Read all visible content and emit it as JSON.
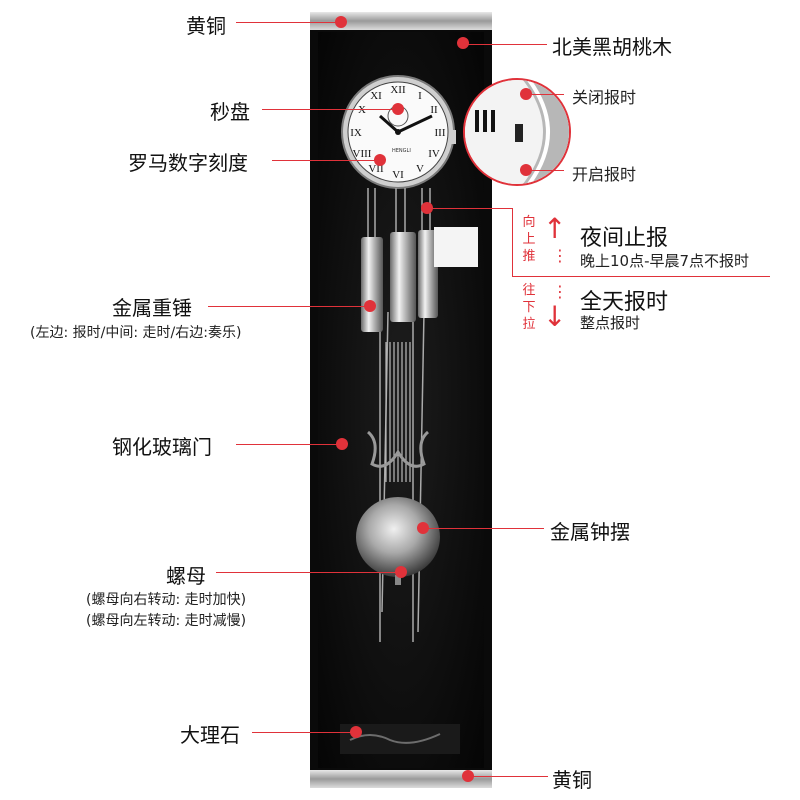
{
  "labels": {
    "brass_top": "黄铜",
    "walnut": "北美黑胡桃木",
    "second_dial": "秒盘",
    "roman_numerals": "罗马数字刻度",
    "chime_off": "关闭报时",
    "chime_on": "开启报时",
    "push_up": "向上推",
    "night_stop": "夜间止报",
    "night_stop_desc": "晚上10点-早晨7点不报时",
    "pull_down": "往下拉",
    "all_day": "全天报时",
    "all_day_desc": "整点报时",
    "metal_weights": "金属重锤",
    "metal_weights_desc": "(左边: 报时/中间: 走时/右边:奏乐)",
    "glass_door": "钢化玻璃门",
    "metal_pendulum": "金属钟摆",
    "nut": "螺母",
    "nut_desc_1": "(螺母向右转动: 走时加快)",
    "nut_desc_2": "(螺母向左转动: 走时减慢)",
    "marble": "大理石",
    "brass_bottom": "黄铜"
  },
  "dial_text": "HENGLI",
  "colors": {
    "accent": "#e0323a",
    "case": "#0d0d0d",
    "brass": "#bfbfbf"
  }
}
